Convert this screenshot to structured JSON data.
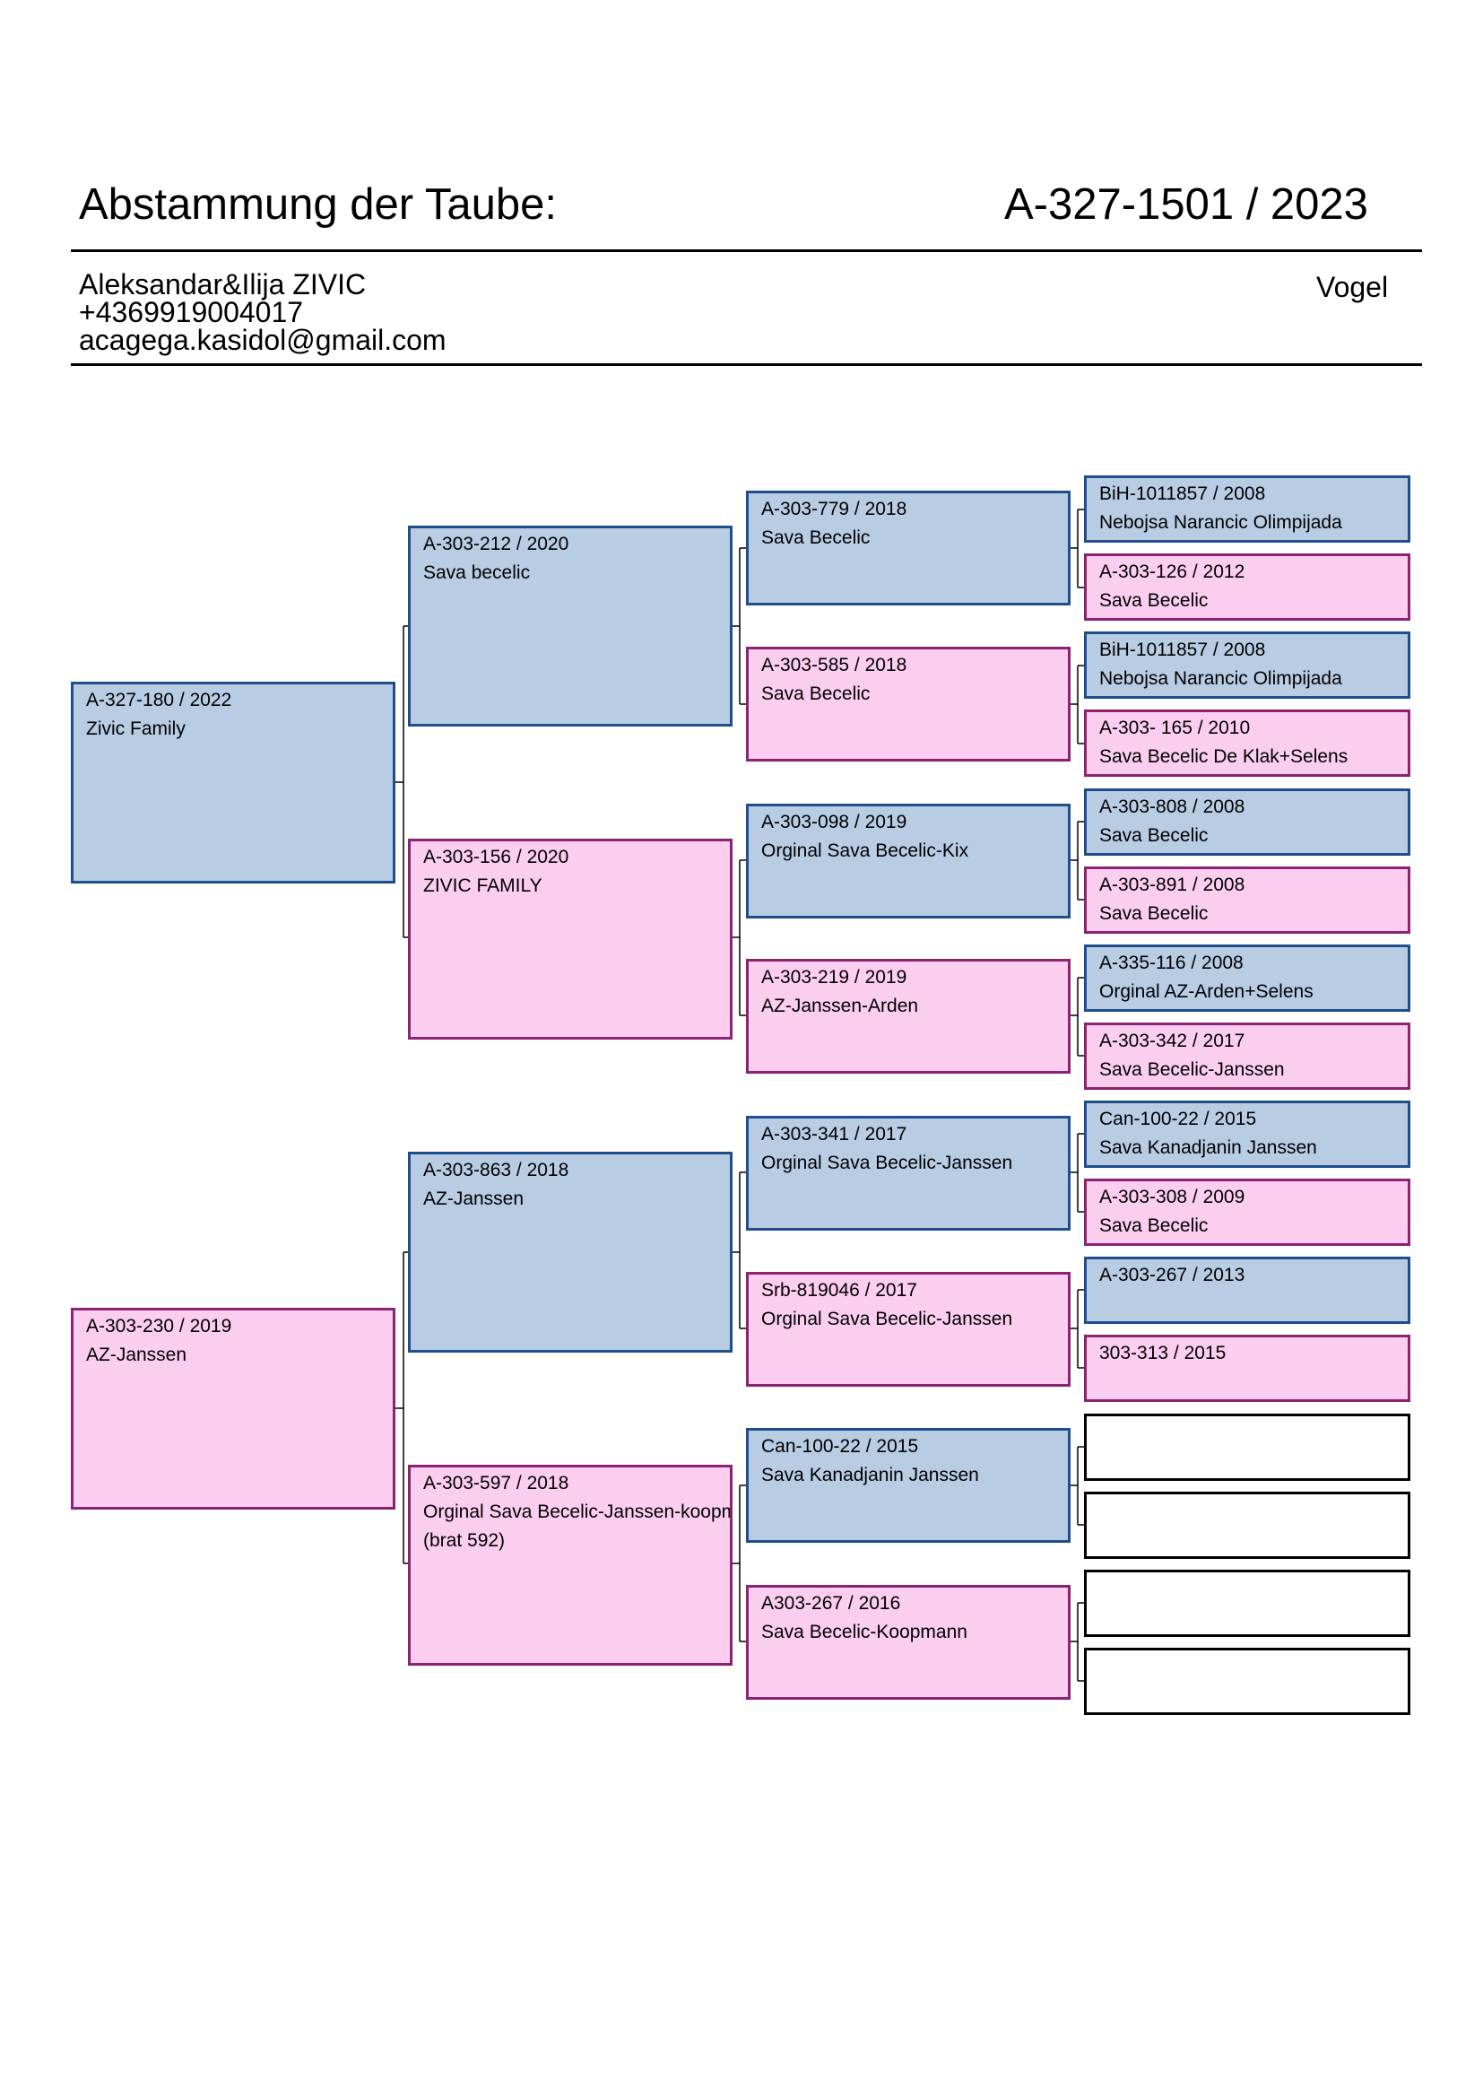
{
  "header": {
    "title": "Abstammung der Taube:",
    "ring": "A-327-1501 / 2023",
    "sex": "Vogel"
  },
  "owner": {
    "name": "Aleksandar&Ilija ZIVIC",
    "phone": "+4369919004017",
    "email": "acagega.kasidol@gmail.com"
  },
  "colors": {
    "cock_fill": "#b8cce4",
    "cock_border": "#1f4e8c",
    "hen_fill": "#fbcdef",
    "hen_border": "#8b2272"
  },
  "pedigree": {
    "gen1": [
      {
        "ring": "A-327-180 / 2022",
        "name": "Zivic Family",
        "sex": "cock"
      },
      {
        "ring": "A-303-230 / 2019",
        "name": "AZ-Janssen",
        "sex": "hen"
      }
    ],
    "gen2": [
      {
        "ring": "A-303-212 / 2020",
        "name": "Sava becelic",
        "sex": "cock"
      },
      {
        "ring": "A-303-156 / 2020",
        "name": "ZIVIC FAMILY",
        "sex": "hen"
      },
      {
        "ring": "A-303-863 / 2018",
        "name": "AZ-Janssen",
        "sex": "cock"
      },
      {
        "ring": "A-303-597 / 2018",
        "name": "Orginal Sava Becelic-Janssen-koopmann",
        "note": "(brat 592)",
        "sex": "hen"
      }
    ],
    "gen3": [
      {
        "ring": "A-303-779 / 2018",
        "name": "Sava Becelic",
        "sex": "cock"
      },
      {
        "ring": "A-303-585 / 2018",
        "name": "Sava Becelic",
        "sex": "hen"
      },
      {
        "ring": "A-303-098 / 2019",
        "name": "Orginal Sava Becelic-Kix",
        "sex": "cock"
      },
      {
        "ring": "A-303-219 / 2019",
        "name": "AZ-Janssen-Arden",
        "sex": "hen"
      },
      {
        "ring": "A-303-341 / 2017",
        "name": "Orginal Sava Becelic-Janssen",
        "sex": "cock"
      },
      {
        "ring": "Srb-819046 / 2017",
        "name": "Orginal Sava Becelic-Janssen",
        "sex": "hen"
      },
      {
        "ring": "Can-100-22 / 2015",
        "name": "Sava Kanadjanin  Janssen",
        "sex": "cock"
      },
      {
        "ring": "A303-267 / 2016",
        "name": "Sava Becelic-Koopmann",
        "sex": "hen"
      }
    ],
    "gen4": [
      {
        "ring": "BiH-1011857 / 2008",
        "name": "Nebojsa Narancic Olimpijada",
        "sex": "cock"
      },
      {
        "ring": "A-303-126 / 2012",
        "name": "Sava Becelic",
        "sex": "hen"
      },
      {
        "ring": "BiH-1011857 / 2008",
        "name": "Nebojsa Narancic Olimpijada",
        "sex": "cock"
      },
      {
        "ring": "A-303- 165 / 2010",
        "name": "Sava Becelic  De Klak+Selens",
        "sex": "hen"
      },
      {
        "ring": "A-303-808 / 2008",
        "name": "Sava Becelic",
        "sex": "cock"
      },
      {
        "ring": "A-303-891 / 2008",
        "name": "Sava Becelic",
        "sex": "hen"
      },
      {
        "ring": "A-335-116 / 2008",
        "name": "Orginal AZ-Arden+Selens",
        "sex": "cock"
      },
      {
        "ring": "A-303-342 / 2017",
        "name": "Sava Becelic-Janssen",
        "sex": "hen"
      },
      {
        "ring": "Can-100-22 / 2015",
        "name": "Sava Kanadjanin  Janssen",
        "sex": "cock"
      },
      {
        "ring": "A-303-308 / 2009",
        "name": "Sava Becelic",
        "sex": "hen"
      },
      {
        "ring": "A-303-267 / 2013",
        "name": "",
        "sex": "cock"
      },
      {
        "ring": "303-313 / 2015",
        "name": "",
        "sex": "hen"
      },
      {
        "ring": "",
        "name": "",
        "sex": "empty"
      },
      {
        "ring": "",
        "name": "",
        "sex": "empty"
      },
      {
        "ring": "",
        "name": "",
        "sex": "empty"
      },
      {
        "ring": "",
        "name": "",
        "sex": "empty"
      }
    ]
  }
}
